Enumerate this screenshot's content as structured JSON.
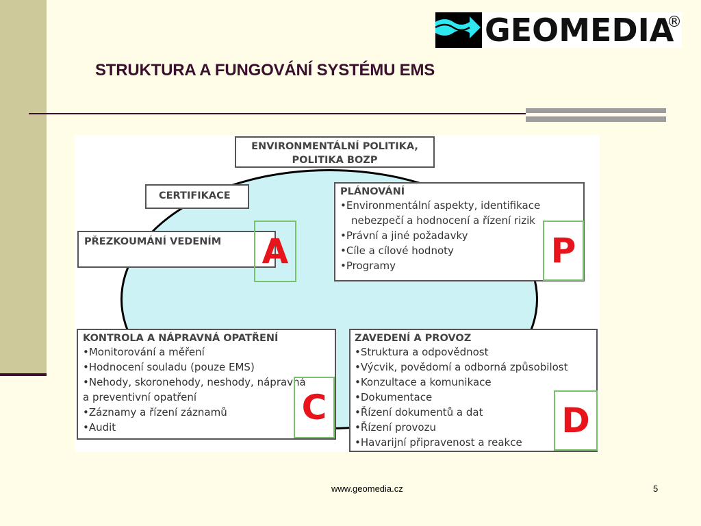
{
  "logo": {
    "text": "GEOMEDIA",
    "reg_mark": "®"
  },
  "title": "STRUKTURA A FUNGOVÁNÍ SYSTÉMU EMS",
  "diagram": {
    "policy": {
      "line1": "ENVIRONMENTÁLNÍ POLITIKA,",
      "line2": "POLITIKA BOZP"
    },
    "certification": {
      "label": "CERTIFIKACE"
    },
    "review": {
      "label": "PŘEZKOUMÁNÍ VEDENÍM",
      "letter": "A"
    },
    "planning": {
      "label": "PLÁNOVÁNÍ",
      "items": [
        "•Environmentální aspekty, identifikace",
        "nebezpečí a hodnocení a řízení rizik",
        "•Právní a jiné požadavky",
        "•Cíle a cílové hodnoty",
        "•Programy"
      ],
      "letter": "P"
    },
    "check": {
      "label": "KONTROLA  A NÁPRAVNÁ OPATŘENÍ",
      "items": [
        "•Monitorování a měření",
        "•Hodnocení souladu (pouze EMS)",
        "•Nehody, skoronehody, neshody, nápravná",
        "a preventivní opatření",
        "•Záznamy a řízení záznamů",
        "•Audit"
      ],
      "letter": "C"
    },
    "implementation": {
      "label": "ZAVEDENÍ A PROVOZ",
      "items": [
        "•Struktura a odpovědnost",
        "•Výcvik, povědomí a odborná způsobilost",
        "•Konzultace a komunikace",
        "•Dokumentace",
        "•Řízení dokumentů a dat",
        "•Řízení provozu",
        "•Havarijní připravenost a reakce"
      ],
      "letter": "D"
    }
  },
  "footer": {
    "url": "www.geomedia.cz",
    "page": "5"
  },
  "colors": {
    "title": "#3b0f2e",
    "letter": "#e8141b",
    "letter_frame": "#77c16a",
    "ellipse": "#ccf2f5",
    "side_bar": "#cdc99a"
  }
}
